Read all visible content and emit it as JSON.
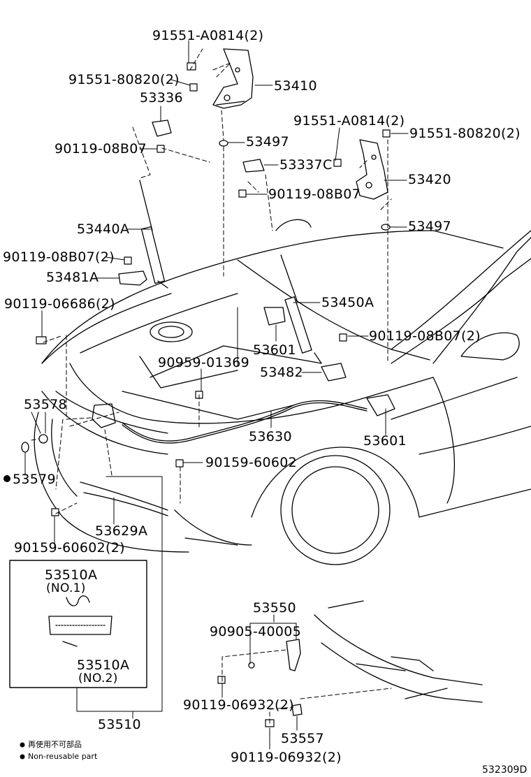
{
  "parts": {
    "p91551_a0814_top": "91551-A0814(2)",
    "p91551_80820_top": "91551-80820(2)",
    "p53336": "53336",
    "p53410": "53410",
    "p90119_08b07_a": "90119-08B07",
    "p53497_top": "53497",
    "p91551_a0814_r": "91551-A0814(2)",
    "p91551_80820_r": "91551-80820(2)",
    "p53337c": "53337C",
    "p53420": "53420",
    "p90119_08b07_b": "90119-08B07",
    "p53497_r": "53497",
    "p53440a": "53440A",
    "p90119_08b07_2": "90119-08B07(2)",
    "p53481a": "53481A",
    "p90119_06686": "90119-06686(2)",
    "p53450a": "53450A",
    "p90119_08b07_2r": "90119-08B07(2)",
    "p53601_a": "53601",
    "p90959_01369": "90959-01369",
    "p53482": "53482",
    "p53578": "53578",
    "p53630": "53630",
    "p53601_b": "53601",
    "p90159_60602": "90159-60602",
    "p53579": "53579",
    "p53629a": "53629A",
    "p90159_60602_2": "90159-60602(2)",
    "p53510a_1": "53510A",
    "p53510a_1_sub": "(NO.1)",
    "p53510a_2": "53510A",
    "p53510a_2_sub": "(NO.2)",
    "p53510": "53510",
    "p53550": "53550",
    "p90905_40005": "90905-40005",
    "p90119_06932_a": "90119-06932(2)",
    "p53557": "53557",
    "p90119_06932_b": "90119-06932(2)"
  },
  "legend": {
    "note_jp": "再使用不可部品",
    "note_en": "Non-reusable part"
  },
  "figure_id": "532309D"
}
